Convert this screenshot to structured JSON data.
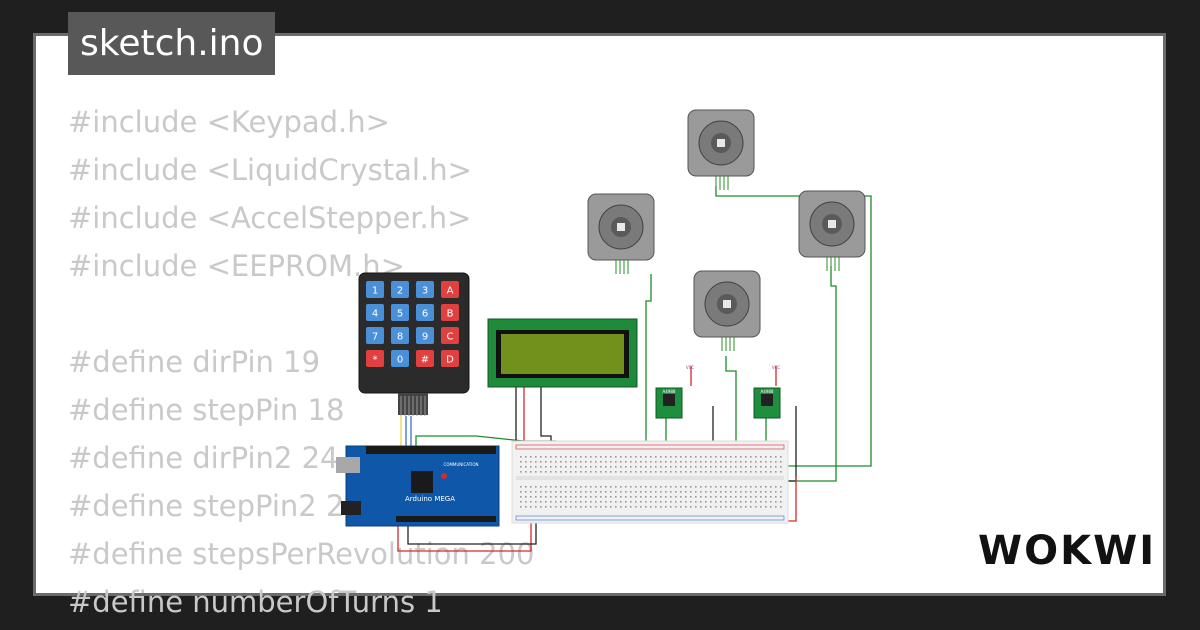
{
  "tab": {
    "filename": "sketch.ino"
  },
  "code_lines": [
    "#include <Keypad.h>",
    "#include <LiquidCrystal.h>",
    "#include <AccelStepper.h>",
    "#include <EEPROM.h>",
    "",
    "#define dirPin 19",
    "#define stepPin 18",
    "#define dirPin2 24",
    "#define stepPin2 25",
    "#define stepsPerRevolution 200",
    "#define numberOfTurns 1"
  ],
  "keypad": {
    "keys": [
      "1",
      "2",
      "3",
      "A",
      "4",
      "5",
      "6",
      "B",
      "7",
      "8",
      "9",
      "C",
      "*",
      "0",
      "#",
      "D"
    ]
  },
  "board": {
    "label": "Arduino MEGA",
    "sublabel": "COMMUNICATION"
  },
  "drivers": [
    {
      "label": "A4988",
      "vcc": "VCC"
    },
    {
      "label": "A4988",
      "vcc": "VCC"
    }
  ],
  "brand": {
    "name": "WOKWI"
  },
  "colors": {
    "background": "#1f1f1f",
    "code_text": "#c9c9c9",
    "tab_bg": "#585858",
    "lcd_green": "#1e8a3a",
    "board_blue": "#0f57a8",
    "wire_green": "#1c8c2c",
    "wire_red": "#d42a2a"
  }
}
